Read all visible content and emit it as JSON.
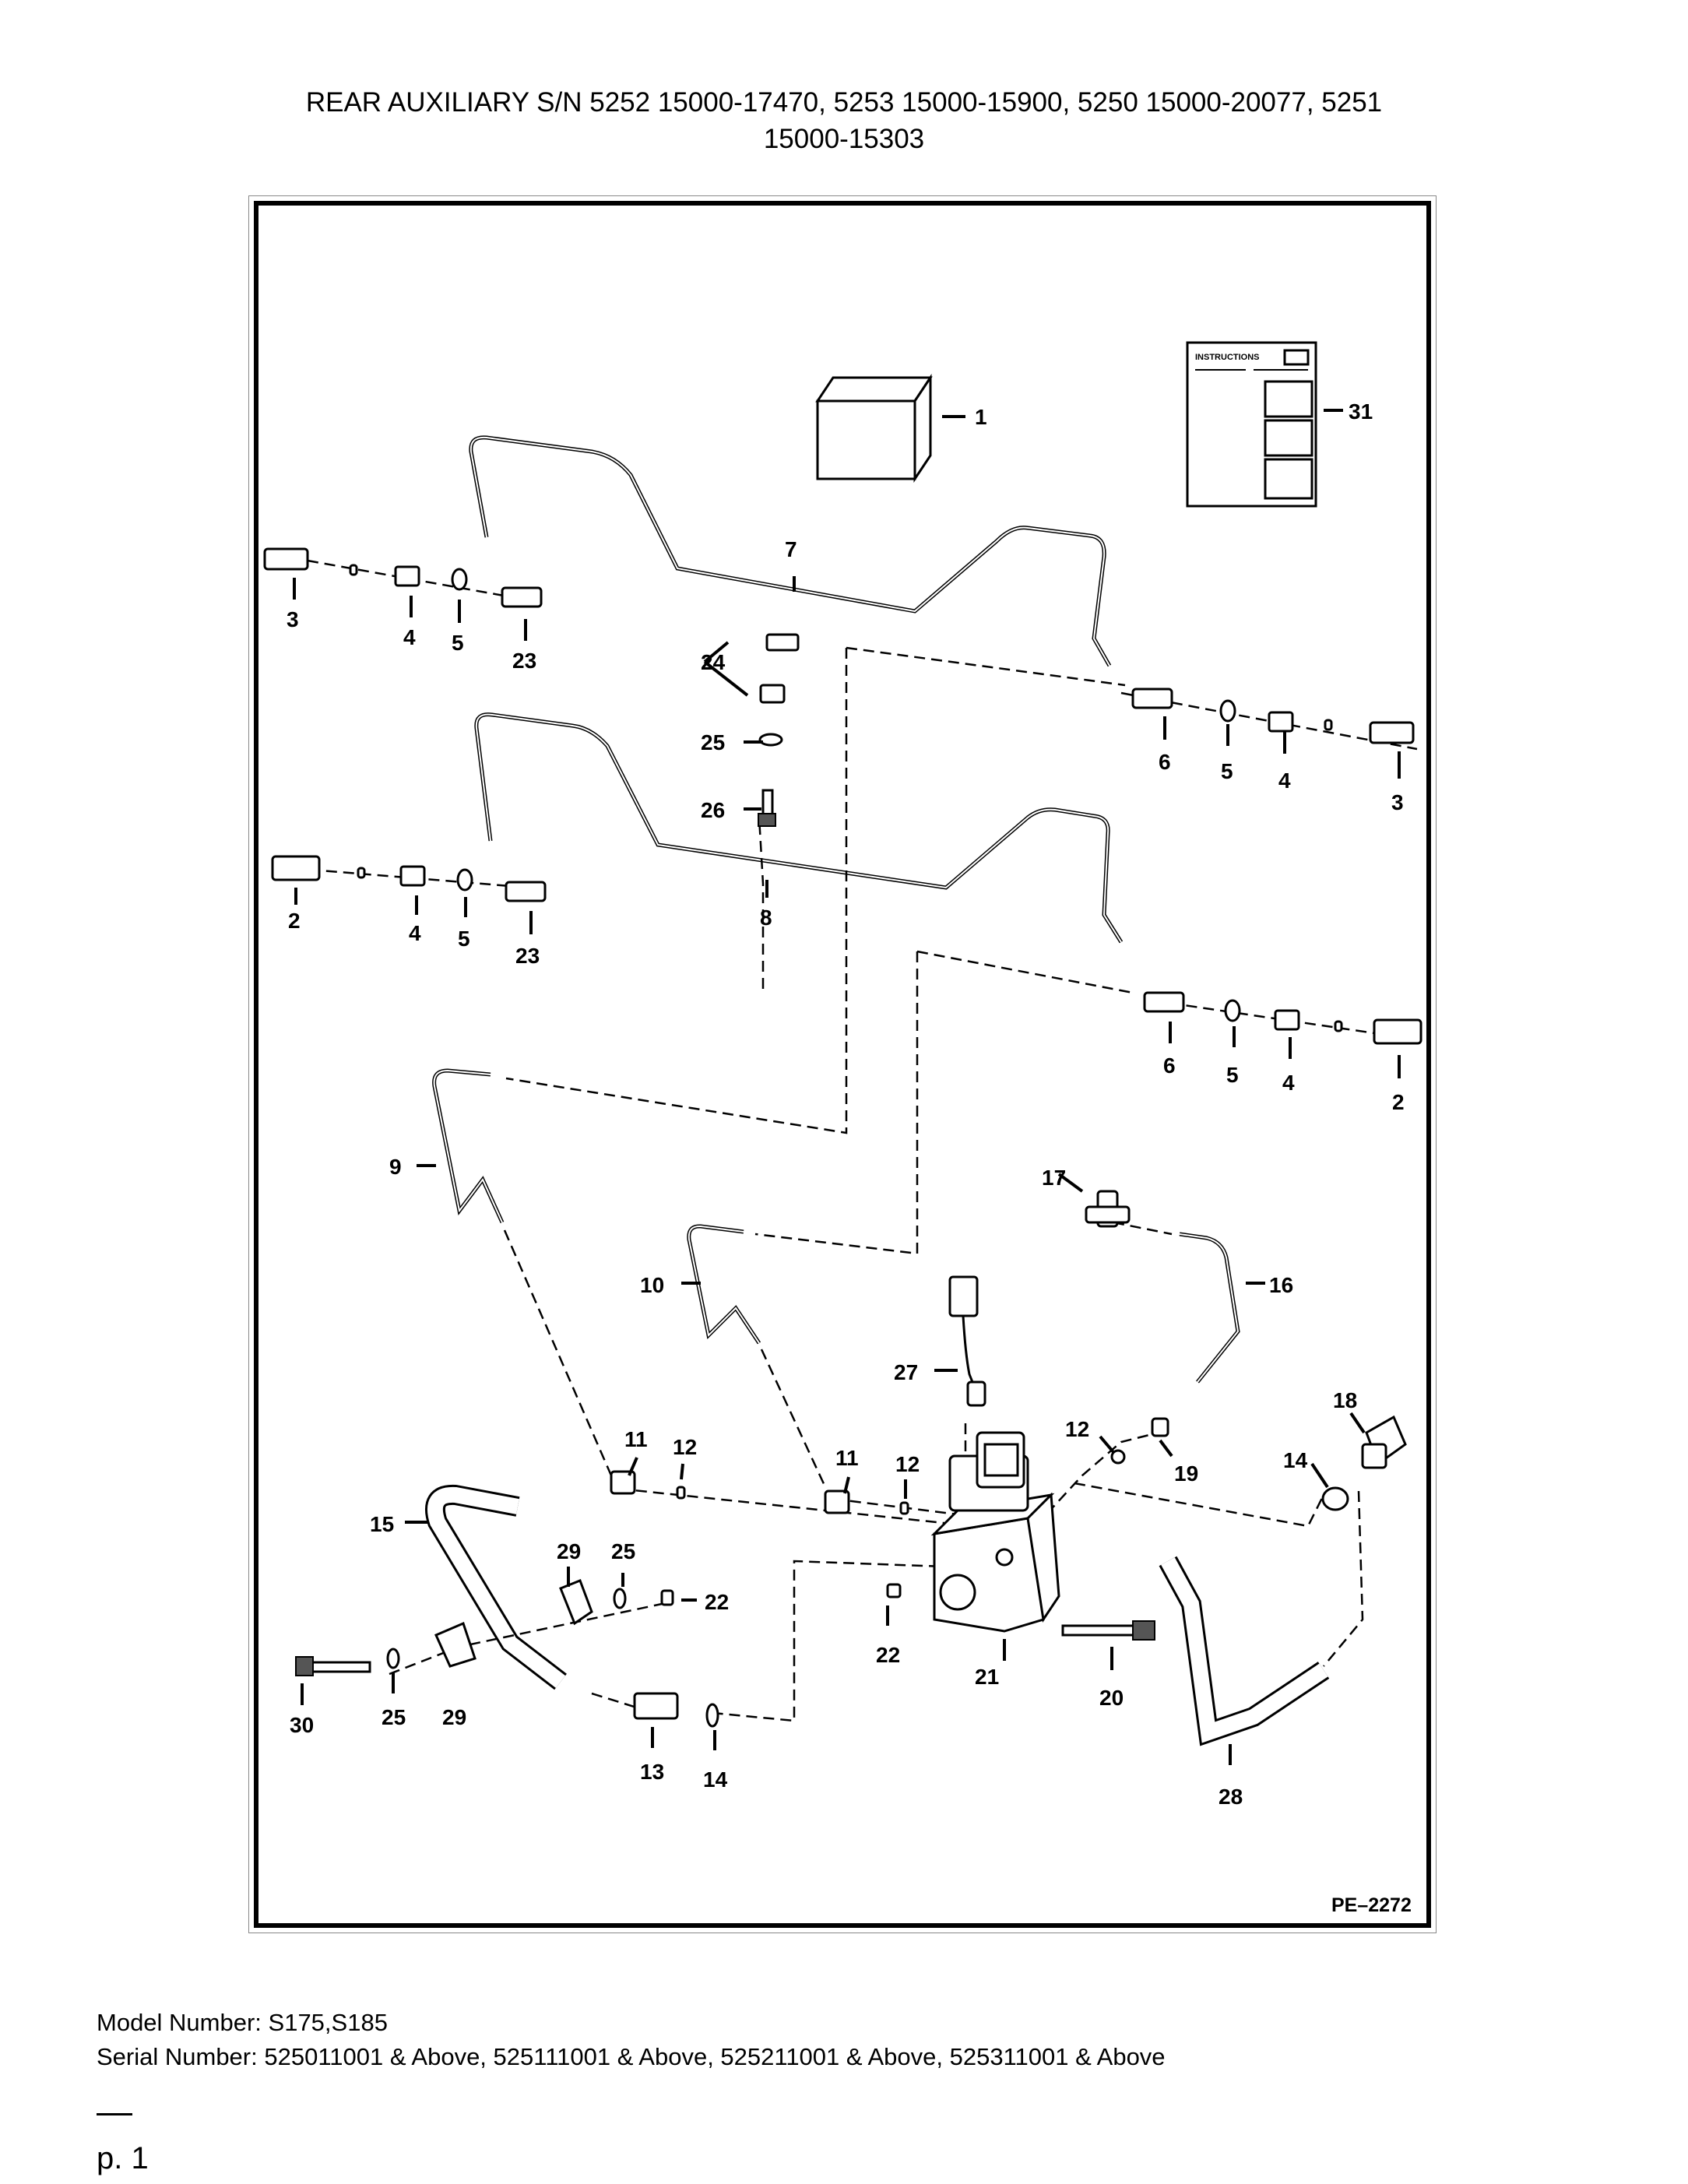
{
  "header": {
    "title_line1": "REAR AUXILIARY S/N 5252 15000-17470, 5253 15000-15900, 5250 15000-20077, 5251",
    "title_line2": "15000-15303"
  },
  "figure": {
    "drawing_id": "PE–2272",
    "instructions_label": "INSTRUCTIONS",
    "callouts": {
      "c1": "1",
      "c2a": "2",
      "c2b": "2",
      "c3a": "3",
      "c3b": "3",
      "c4a": "4",
      "c4b": "4",
      "c4c": "4",
      "c4d": "4",
      "c5a": "5",
      "c5b": "5",
      "c5c": "5",
      "c5d": "5",
      "c6a": "6",
      "c6b": "6",
      "c7": "7",
      "c8": "8",
      "c9": "9",
      "c10": "10",
      "c11a": "11",
      "c11b": "11",
      "c12a": "12",
      "c12b": "12",
      "c12c": "12",
      "c13": "13",
      "c14a": "14",
      "c14b": "14",
      "c15": "15",
      "c16": "16",
      "c17": "17",
      "c18": "18",
      "c19": "19",
      "c20": "20",
      "c21": "21",
      "c22a": "22",
      "c22b": "22",
      "c23a": "23",
      "c23b": "23",
      "c24": "24",
      "c25a": "25",
      "c25b": "25",
      "c25c": "25",
      "c26": "26",
      "c27": "27",
      "c28": "28",
      "c29a": "29",
      "c29b": "29",
      "c30": "30",
      "c31": "31"
    }
  },
  "footer": {
    "model_line": "Model Number: S175,S185",
    "serial_line": "Serial Number: 525011001 & Above, 525111001 & Above, 525211001 & Above, 525311001 & Above",
    "page": "p. 1"
  }
}
